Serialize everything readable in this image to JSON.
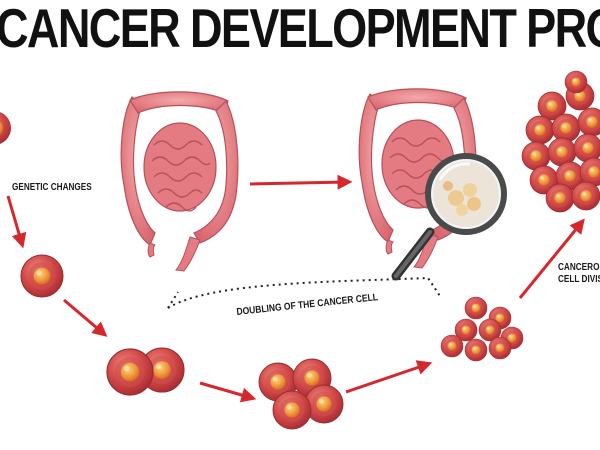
{
  "title": "CANCER DEVELOPMENT PROCESS",
  "labels": {
    "genetic_changes": "GENETIC CHANGES",
    "doubling": "DOUBLING OF THE CANCER CELL",
    "division_line1": "CANCEROUS",
    "division_line2": "CELL DIVISION"
  },
  "colors": {
    "arrow": "#d7262c",
    "cell_outer": "#cc3b3b",
    "cell_nucleus": "#f19a3a",
    "intestine": "#e7858a"
  },
  "icons": [
    "intestine-icon",
    "magnifying-glass-icon",
    "cancer-cell-icon"
  ]
}
